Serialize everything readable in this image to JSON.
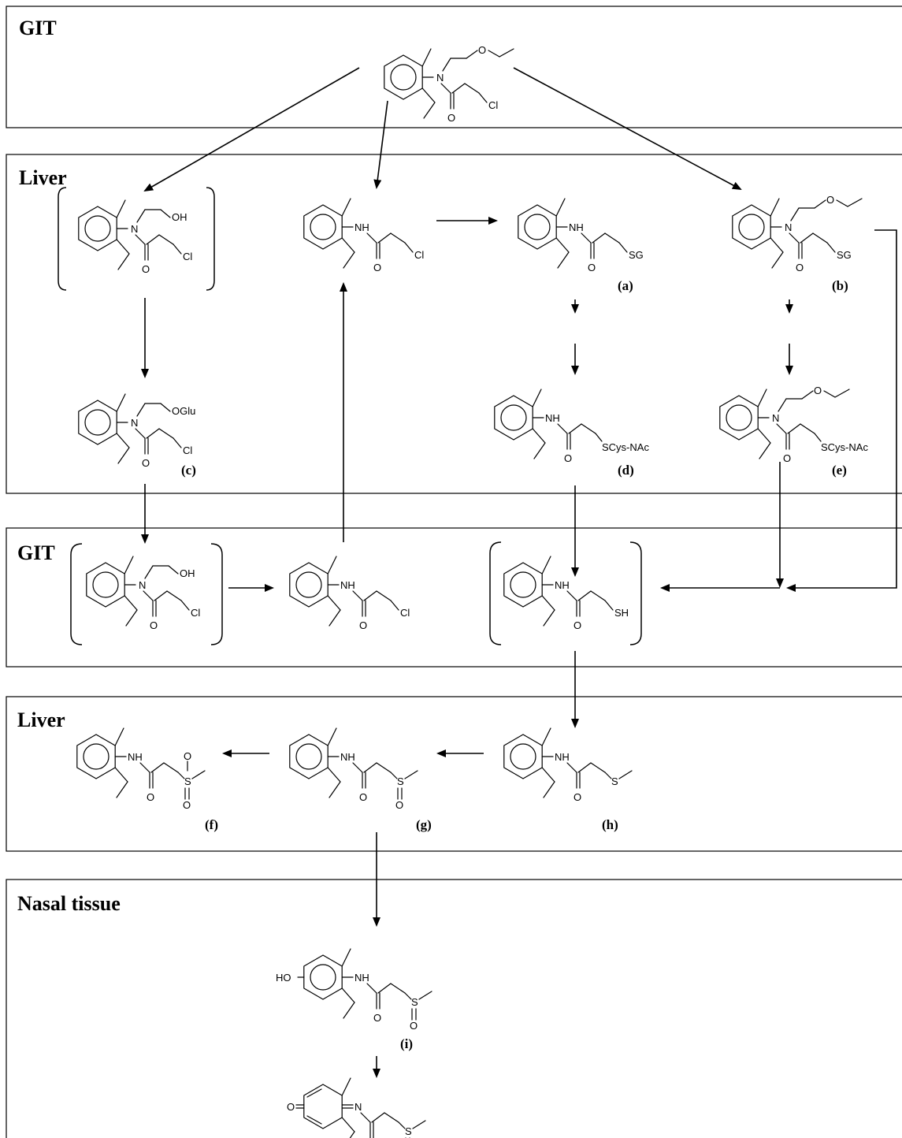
{
  "regions": {
    "git_top": "GIT",
    "liver_1": "Liver",
    "git_mid": "GIT",
    "liver_2": "Liver",
    "nasal": "Nasal tissue"
  },
  "compound_labels": {
    "a": "(a)",
    "b": "(b)",
    "c": "(c)",
    "d": "(d)",
    "e": "(e)",
    "f": "(f)",
    "g": "(g)",
    "h": "(h)",
    "i": "(i)"
  },
  "atoms": {
    "N": "N",
    "NH": "NH",
    "O": "O",
    "Cl": "Cl",
    "OH": "OH",
    "HO": "HO",
    "OGlu": "OGlu",
    "SG": "SG",
    "SCys_NAc": "SCys-NAc",
    "SH": "SH",
    "S": "S"
  }
}
